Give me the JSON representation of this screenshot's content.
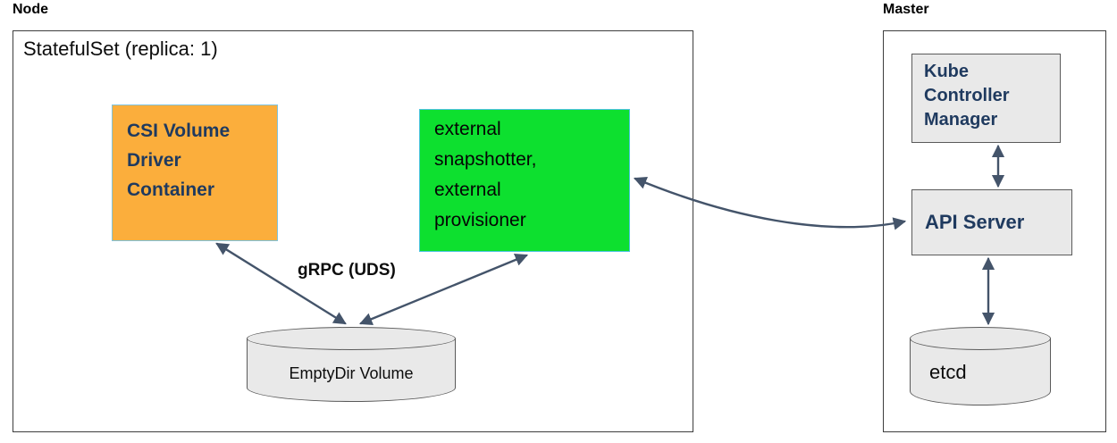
{
  "node": {
    "label": "Node",
    "statefulset_label": "StatefulSet (replica: 1)",
    "csi_driver_label": "CSI Volume\nDriver\nContainer",
    "sidecars_label": "external\nsnapshotter,\nexternal\nprovisioner",
    "emptydir_label": "EmptyDir Volume",
    "grpc_label": "gRPC (UDS)"
  },
  "master": {
    "label": "Master",
    "kube_controller_manager_label": "Kube\nController\nManager",
    "api_server_label": "API Server",
    "etcd_label": "etcd"
  },
  "colors": {
    "csi_box_fill": "#FBAE3C",
    "csi_box_border": "#7FC3DD",
    "sidecar_box_fill": "#0DE02F",
    "sidecar_box_border": "#4EC3E0",
    "gray_fill": "#E9E9E9",
    "gray_border": "#5A5A5A",
    "arrow": "#44546A",
    "navy_text": "#1F3A5F"
  }
}
